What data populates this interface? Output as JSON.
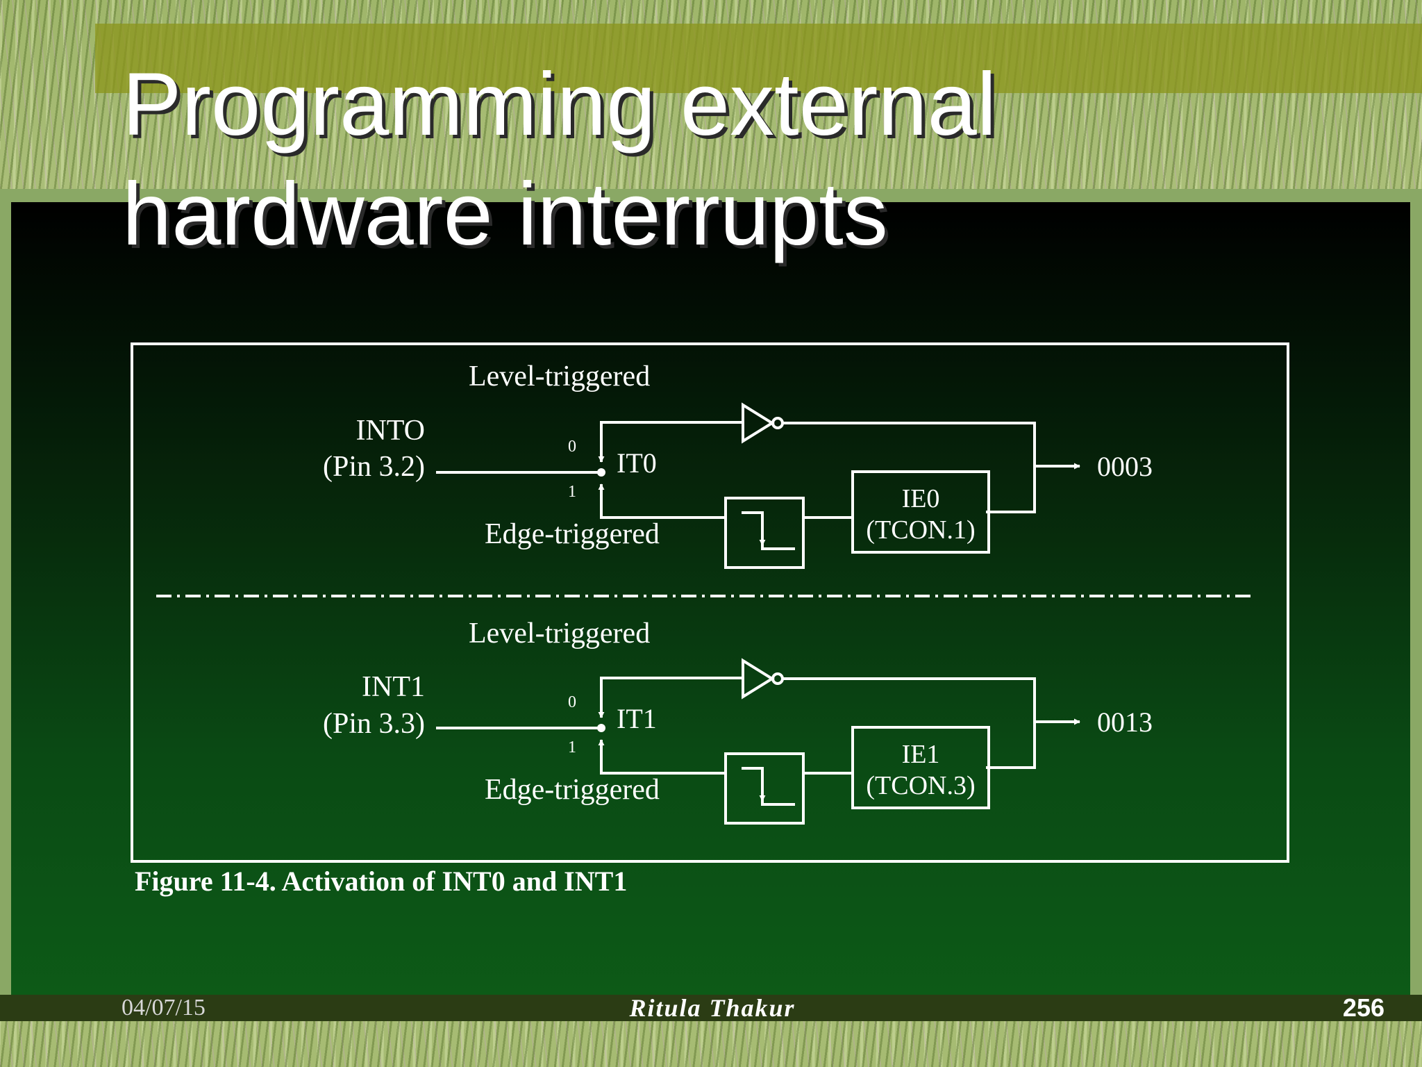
{
  "slide": {
    "title": "Programming external\nhardware interrupts",
    "footer": {
      "date": "04/07/15",
      "author": "Ritula Thakur",
      "page": "256"
    }
  },
  "figure": {
    "caption": "Figure 11-4. Activation of INT0 and INT1",
    "top": {
      "level_label": "Level-triggered",
      "edge_label": "Edge-triggered",
      "pin_name": "INTO",
      "pin_ref": "(Pin 3.2)",
      "bit_name": "IT0",
      "sel0": "0",
      "sel1": "1",
      "flag_name": "IE0",
      "flag_ref": "(TCON.1)",
      "vector": "0003"
    },
    "bottom": {
      "level_label": "Level-triggered",
      "edge_label": "Edge-triggered",
      "pin_name": "INT1",
      "pin_ref": "(Pin 3.3)",
      "bit_name": "IT1",
      "sel0": "0",
      "sel1": "1",
      "flag_name": "IE1",
      "flag_ref": "(TCON.3)",
      "vector": "0013"
    }
  },
  "colors": {
    "panel_top": "#000000",
    "panel_bottom": "#0d5a17",
    "title_band": "#8c961e",
    "footer_bar": "#2b3c14",
    "diagram_ink": "#ffffff"
  }
}
